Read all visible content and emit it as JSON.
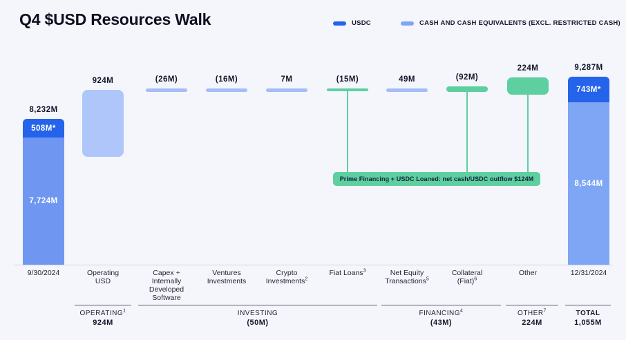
{
  "header": {
    "title": "Q4 $USD Resources Walk"
  },
  "legend": {
    "items": [
      {
        "label": "USDC",
        "color": "#2563eb"
      },
      {
        "label": "CASH AND CASH EQUIVALENTS (EXCL. RESTRICTED CASH)",
        "color": "#7ea6f5"
      }
    ]
  },
  "colors": {
    "background": "#f4f6fb",
    "text": "#171a2e",
    "usdc": "#2563eb",
    "cash-mid": "#6f97f2",
    "cash-light": "#7ea6f5",
    "cash-float": "#aec6f9",
    "cash-thin": "#a4bdf7",
    "green": "#5ecf9f",
    "axis-line": "#d0d4dd",
    "group-line": "#565b6e"
  },
  "chart_data": {
    "type": "waterfall",
    "title": "Q4 $USD Resources Walk",
    "unit": "USD millions",
    "legend_entries": [
      "USDC",
      "CASH AND CASH EQUIVALENTS (EXCL. RESTRICTED CASH)"
    ],
    "columns": [
      {
        "axis_lines": [
          "9/30/2024"
        ],
        "value_label": "8,232M",
        "total": 8232,
        "segments": [
          {
            "series": "USDC",
            "label": "508M*",
            "value": 508
          },
          {
            "series": "CASH AND CASH EQUIVALENTS",
            "label": "7,724M",
            "value": 7724
          }
        ]
      },
      {
        "axis_lines": [
          "Operating",
          "USD"
        ],
        "value_label": "924M",
        "value": 924
      },
      {
        "axis_lines": [
          "Capex +",
          "Internally",
          "Developed",
          "Software"
        ],
        "value_label": "(26M)",
        "value": -26
      },
      {
        "axis_lines": [
          "Ventures",
          "Investments"
        ],
        "value_label": "(16M)",
        "value": -16
      },
      {
        "axis_lines": [
          "Crypto",
          "Investments"
        ],
        "sup": "2",
        "value_label": "7M",
        "value": 7
      },
      {
        "axis_lines": [
          "Fiat Loans"
        ],
        "sup": "3",
        "value_label": "(15M)",
        "value": -15,
        "highlighted": true
      },
      {
        "axis_lines": [
          "Net Equity",
          "Transactions"
        ],
        "sup": "5",
        "value_label": "49M",
        "value": 49
      },
      {
        "axis_lines": [
          "Collateral",
          "(Fiat)"
        ],
        "sup": "6",
        "value_label": "(92M)",
        "value": -92,
        "highlighted": true
      },
      {
        "axis_lines": [
          "Other"
        ],
        "value_label": "224M",
        "value": 224,
        "highlighted": true
      },
      {
        "axis_lines": [
          "12/31/2024"
        ],
        "value_label": "9,287M",
        "total": 9287,
        "segments": [
          {
            "series": "USDC",
            "label": "743M*",
            "value": 743
          },
          {
            "series": "CASH AND CASH EQUIVALENTS",
            "label": "8,544M",
            "value": 8544
          }
        ]
      }
    ],
    "groups": [
      {
        "label": "OPERATING",
        "sup": "1",
        "value_label": "924M"
      },
      {
        "label": "INVESTING",
        "value_label": "(50M)"
      },
      {
        "label": "FINANCING",
        "sup": "4",
        "value_label": "(43M)"
      },
      {
        "label": "OTHER",
        "sup": "7",
        "value_label": "224M"
      },
      {
        "label": "TOTAL",
        "value_label": "1,055M",
        "bold": true
      }
    ],
    "annotation": {
      "text": "Prime Financing + USDC Loaned: net cash/USDC outflow $124M",
      "connected_columns": [
        "Fiat Loans",
        "Collateral (Fiat)",
        "Other"
      ]
    }
  }
}
